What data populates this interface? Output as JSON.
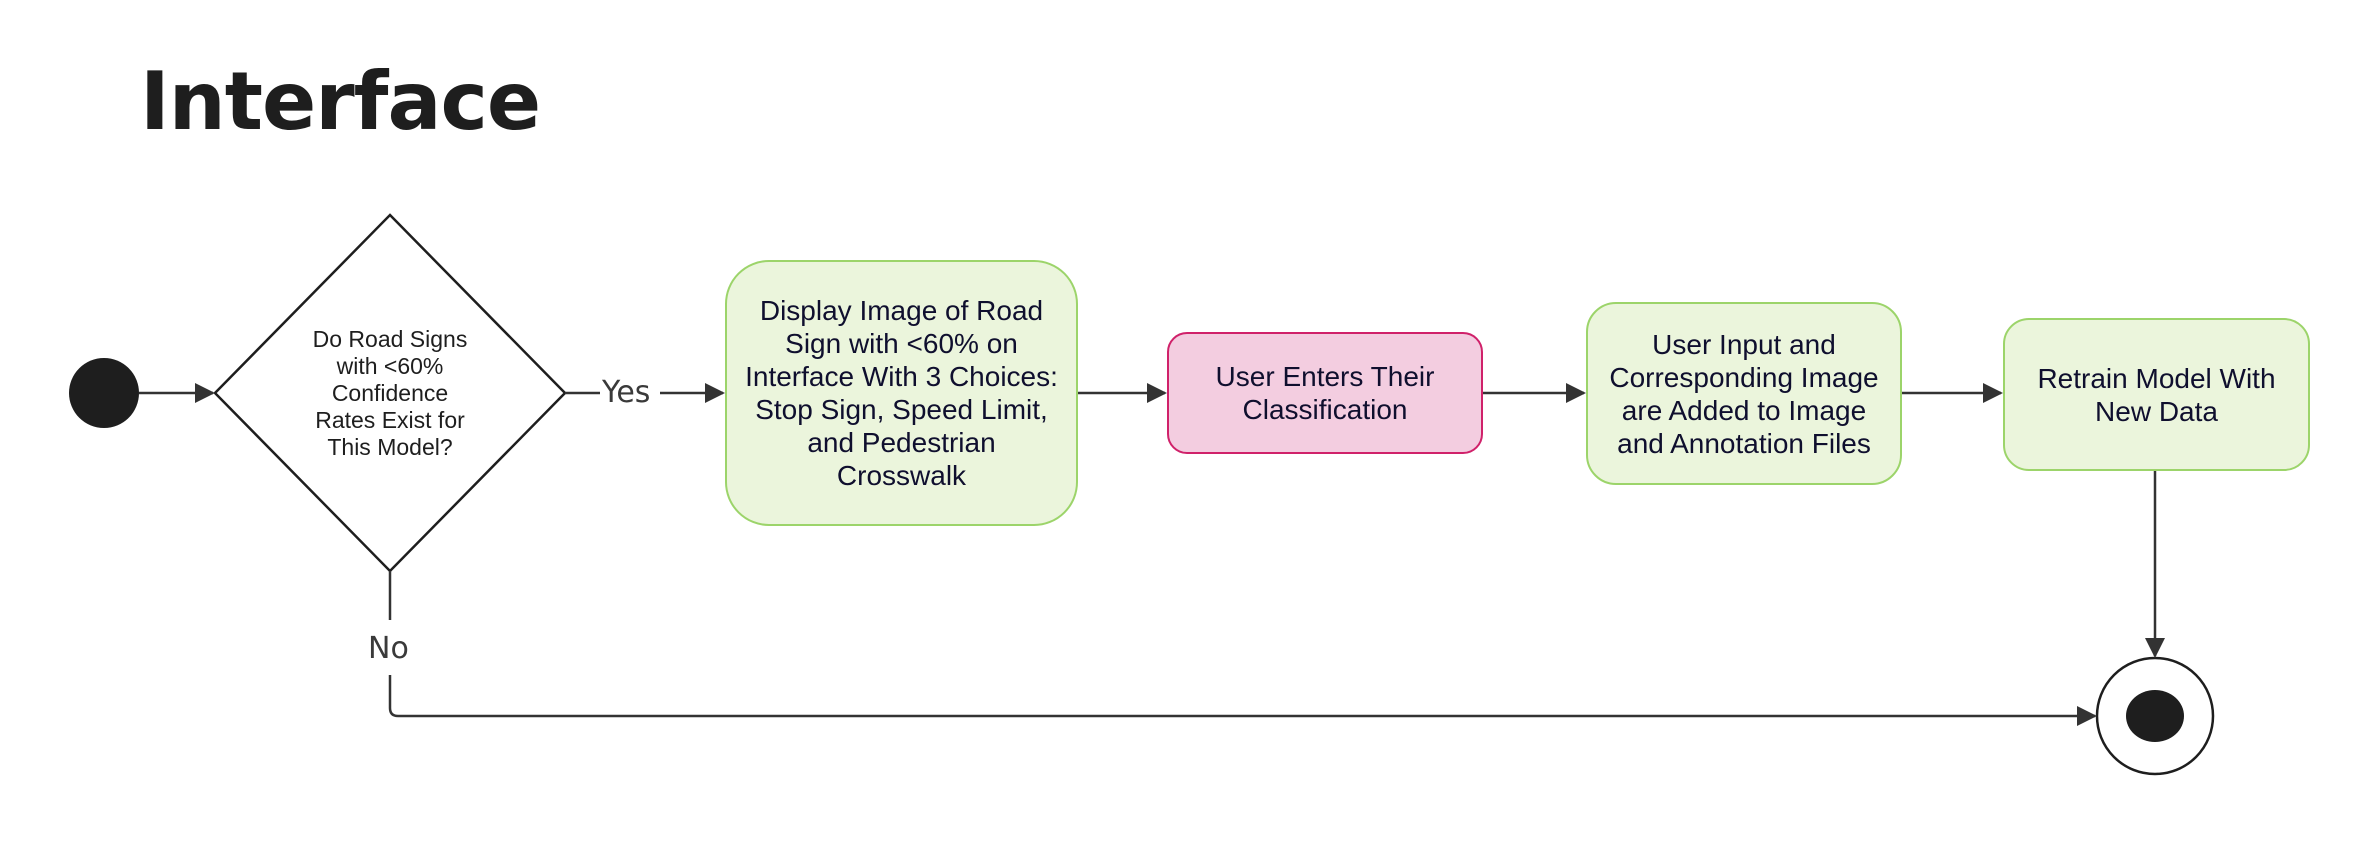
{
  "title": "Interface",
  "decision": {
    "text": "Do Road Signs with <60% Confidence Rates Exist for This Model?"
  },
  "edges": {
    "yes_label": "Yes",
    "no_label": "No"
  },
  "nodes": {
    "display_image": "Display Image of Road Sign with <60% on Interface With 3 Choices: Stop Sign, Speed Limit, and Pedestrian Crosswalk",
    "user_enters": "User Enters Their Classification",
    "user_input_added": "User Input and Corresponding Image are Added to Image and Annotation Files",
    "retrain_model": "Retrain Model With New Data"
  },
  "colors": {
    "green_fill": "#ebf5dc",
    "green_border": "#9cd46a",
    "pink_fill": "#f3cde0",
    "pink_border": "#d0216a",
    "line": "#333333"
  }
}
